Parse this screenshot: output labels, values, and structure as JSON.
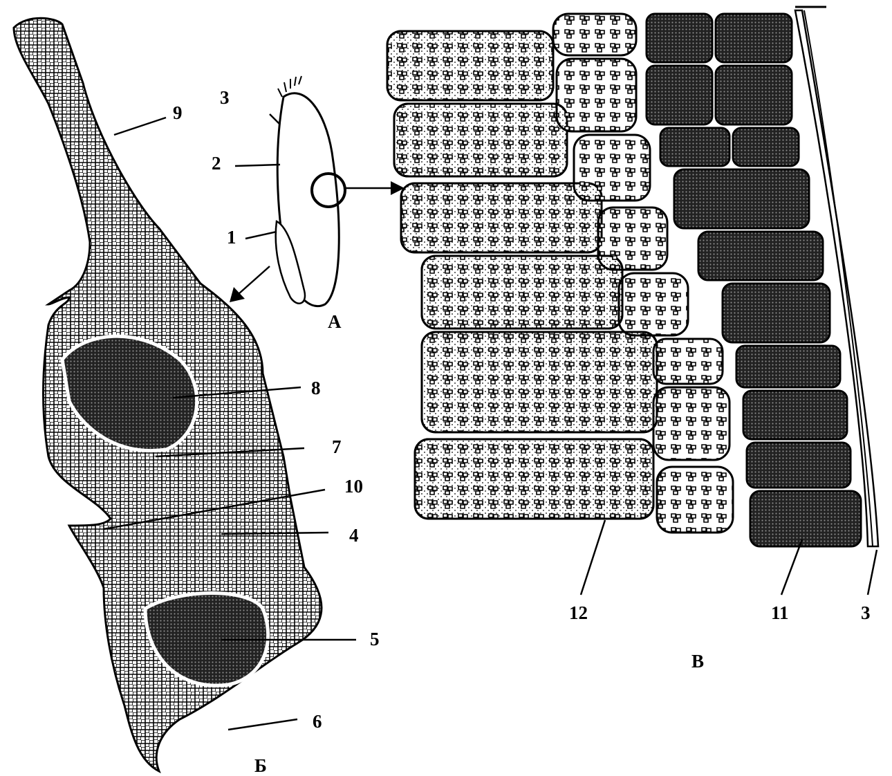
{
  "panels": {
    "a": "А",
    "b": "Б",
    "c": "В"
  },
  "labels": {
    "n1": "1",
    "n2": "2",
    "n3_top": "3",
    "n3_right": "3",
    "n4": "4",
    "n5": "5",
    "n6": "6",
    "n7": "7",
    "n8": "8",
    "n9": "9",
    "n10": "10",
    "n11": "11",
    "n12": "12"
  },
  "colors": {
    "ink": "#000000",
    "paper": "#ffffff",
    "dense_tissue": "#2a2a2a",
    "storage_tissue": "#f2f2f2"
  }
}
